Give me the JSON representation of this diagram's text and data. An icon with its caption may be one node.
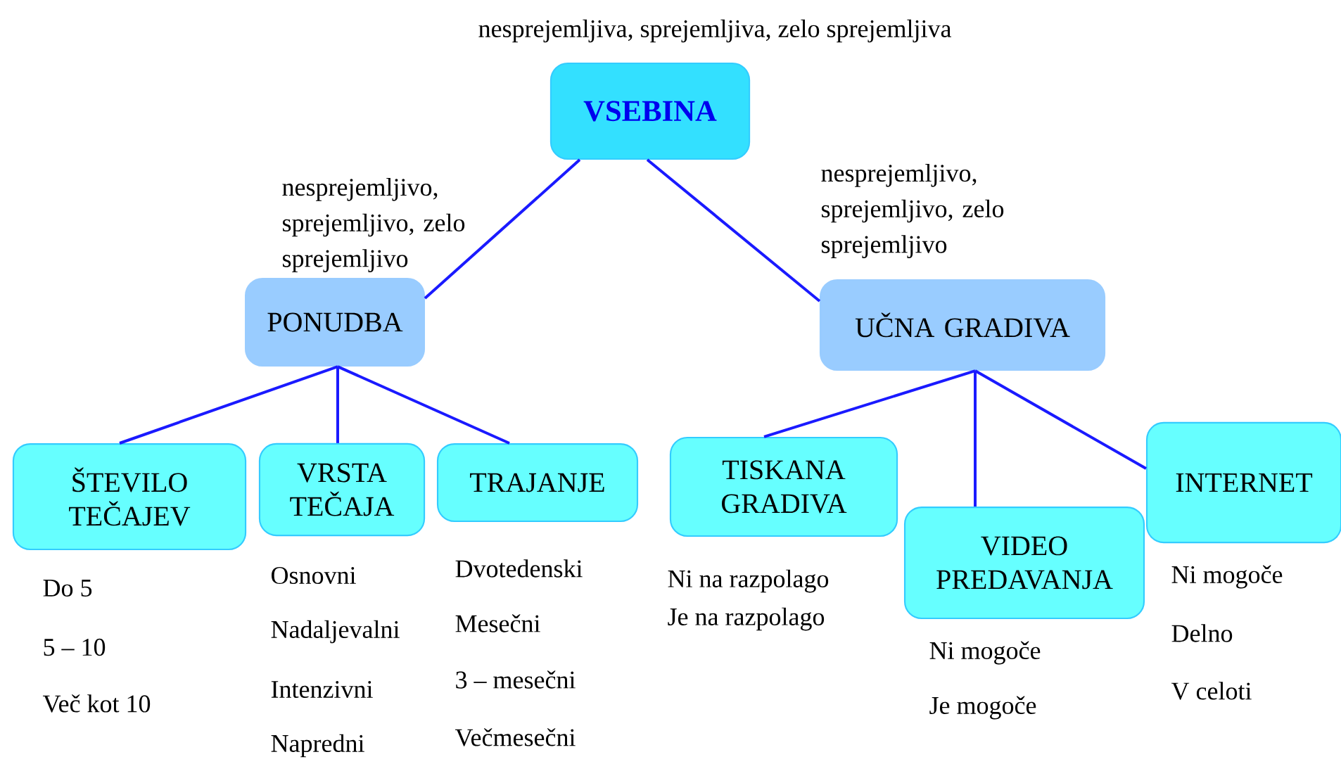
{
  "diagram": {
    "nodes": [
      {
        "text": [
          "VSEBINA"
        ],
        "beside": [
          "nesprejemljiva, sprejemljiva, zelo sprejemljiva"
        ]
      },
      {
        "text": [
          "PONUDBA"
        ],
        "beside": [
          "nesprejemljivo, sprejemljivo, zelo sprejemljivo"
        ]
      },
      {
        "text": [
          "UČNA GRADIVA"
        ],
        "beside": [
          "nesprejemljivo, sprejemljivo, zelo sprejemljivo"
        ]
      },
      {
        "text": [
          "ŠTEVILO TEČAJEV"
        ],
        "beside": [
          "Do 5",
          "5 – 10",
          "Več kot 10"
        ]
      },
      {
        "text": [
          "VRSTA TEČAJA"
        ],
        "beside": [
          "Osnovni",
          "Nadaljevalni",
          "Intenzivni",
          "Napredni"
        ]
      },
      {
        "text": [
          "TRAJANJE"
        ],
        "beside": [
          "Dvotedenski",
          "Mesečni",
          "3 – mesečni",
          "Večmesečni"
        ]
      },
      {
        "text": [
          "TISKANA GRADIVA"
        ],
        "beside": [
          "Ni na razpolago",
          "Je na razpolago"
        ]
      },
      {
        "text": [
          "VIDEO PREDAVANJA"
        ],
        "beside": [
          "Ni mogoče",
          "Je mogoče"
        ]
      },
      {
        "text": [
          "INTERNET"
        ],
        "beside": [
          "Ni mogoče",
          "Delno",
          "V celoti"
        ]
      }
    ],
    "edges": [
      {
        "from": 0,
        "to": 1,
        "arrow": "none"
      },
      {
        "from": 0,
        "to": 2,
        "arrow": "none"
      },
      {
        "from": 1,
        "to": 3,
        "arrow": "none"
      },
      {
        "from": 1,
        "to": 4,
        "arrow": "none"
      },
      {
        "from": 1,
        "to": 5,
        "arrow": "none"
      },
      {
        "from": 2,
        "to": 6,
        "arrow": "none"
      },
      {
        "from": 2,
        "to": 7,
        "arrow": "none"
      },
      {
        "from": 2,
        "to": 8,
        "arrow": "none"
      }
    ]
  }
}
